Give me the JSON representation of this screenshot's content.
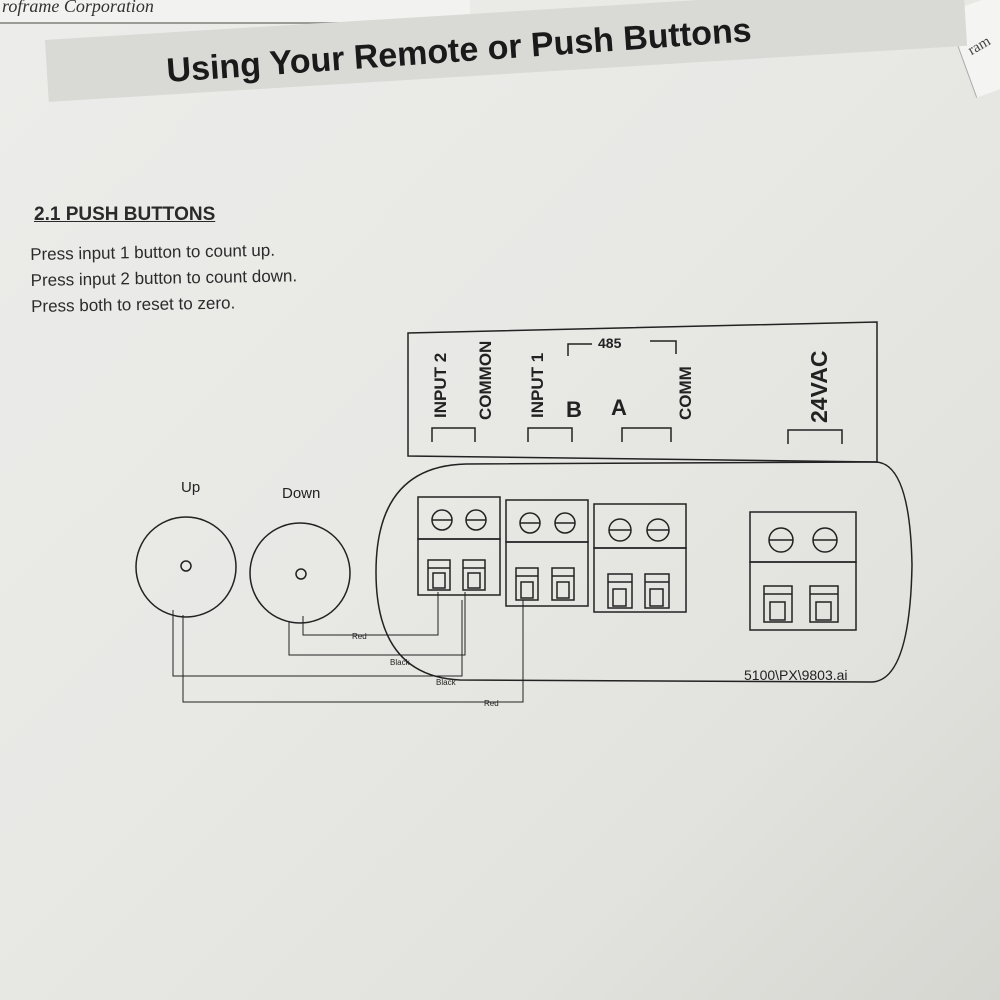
{
  "header": {
    "corporation": "roframe Corporation",
    "title": "Using Your Remote or Push Buttons",
    "right_page_fragment": "ram"
  },
  "section": {
    "heading": "2.1 PUSH BUTTONS",
    "instructions": [
      "Press input 1 button to count up.",
      "Press input 2 button to count down.",
      "Press both to reset to zero."
    ]
  },
  "diagram": {
    "buttons": {
      "up": "Up",
      "down": "Down"
    },
    "terminal_labels": {
      "input2": "INPUT 2",
      "common": "COMMON",
      "input1": "INPUT 1",
      "b": "B",
      "a": "A",
      "comm": "COMM",
      "rs485": "485",
      "power": "24VAC"
    },
    "wires": {
      "red_1": "Red",
      "black_1": "Black",
      "black_2": "Black",
      "red_2": "Red"
    },
    "file_ref": "5100\\PX\\9803.ai"
  }
}
